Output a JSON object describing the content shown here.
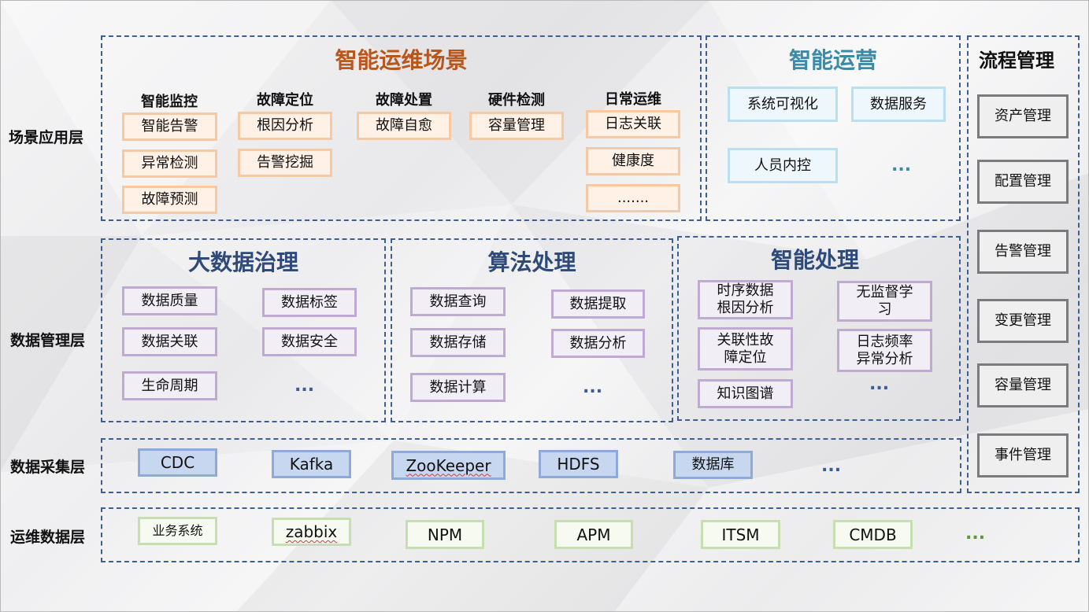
{
  "colors": {
    "orange_title": "#b8561b",
    "teal_title": "#3a8aa8",
    "dark_blue_title": "#2e4a7a",
    "dots_blue": "#3a5d9a",
    "dots_green": "#5a9a3a"
  },
  "layers": [
    "场景应用层",
    "数据管理层",
    "数据采集层",
    "运维数据层"
  ],
  "scene": {
    "title": "智能运维场景",
    "columns": [
      {
        "header": "智能监控",
        "items": [
          "智能告警",
          "异常检测",
          "故障预测"
        ]
      },
      {
        "header": "故障定位",
        "items": [
          "根因分析",
          "告警挖掘"
        ]
      },
      {
        "header": "故障处置",
        "items": [
          "故障自愈"
        ]
      },
      {
        "header": "硬件检测",
        "items": [
          "容量管理"
        ]
      },
      {
        "header": "日常运维",
        "items": [
          "日志关联",
          "健康度",
          "......."
        ]
      }
    ]
  },
  "ops": {
    "title": "智能运营",
    "items": [
      "系统可视化",
      "数据服务",
      "人员内控"
    ],
    "dots": "..."
  },
  "process": {
    "title": "流程管理",
    "items": [
      "资产管理",
      "配置管理",
      "告警管理",
      "变更管理",
      "容量管理",
      "事件管理"
    ]
  },
  "bigdata": {
    "title": "大数据治理",
    "items": [
      "数据质量",
      "数据标签",
      "数据关联",
      "数据安全",
      "生命周期"
    ],
    "dots": "..."
  },
  "algo": {
    "title": "算法处理",
    "items": [
      "数据查询",
      "数据提取",
      "数据存储",
      "数据分析",
      "数据计算"
    ],
    "dots": "..."
  },
  "smart": {
    "title": "智能处理",
    "items": [
      "时序数据\n根因分析",
      "无监督学\n习",
      "关联性故\n障定位",
      "日志频率\n异常分析",
      "知识图谱"
    ],
    "dots": "..."
  },
  "collect": {
    "items": [
      "CDC",
      "Kafka",
      "ZooKeeper",
      "HDFS",
      "数据库"
    ],
    "dots": "..."
  },
  "opsdata": {
    "items": [
      "业务系统",
      "zabbix",
      "NPM",
      "APM",
      "ITSM",
      "CMDB"
    ],
    "dots": "..."
  }
}
